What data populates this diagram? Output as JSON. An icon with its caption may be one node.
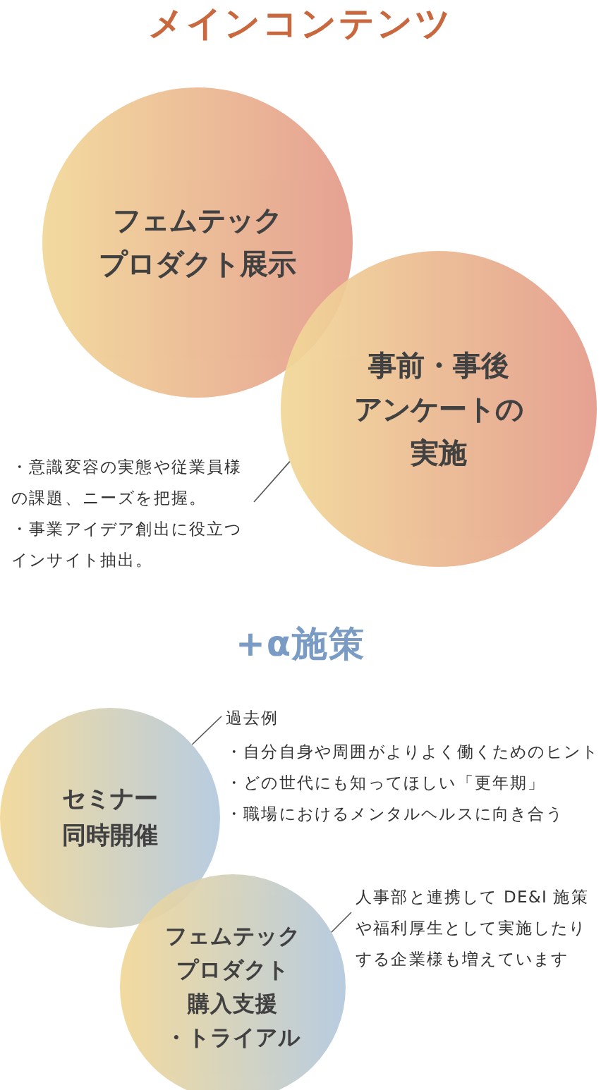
{
  "diagram": {
    "title": "メインコンテンツ",
    "nodes": [
      {
        "text": [
          "フェムテックプロダクト展示"
        ]
      },
      {
        "text": [
          "事前・事後アンケートの実施"
        ]
      },
      {
        "text": [
          "セミナー同時開催"
        ]
      },
      {
        "text": [
          "フェムテックプロダクト購入支援・トライアル"
        ]
      },
      {
        "text": [
          "・意識変容の実態や従業員様の課題、ニーズを把握。",
          "・事業アイデア創出に役立つインサイト抽出。"
        ]
      },
      {
        "text": [
          "過去例",
          "・自分自身や周囲がよりよく働くためのヒント",
          "・どの世代にも知ってほしい「更年期」",
          "・職場におけるメンタルヘルスに向き合う"
        ]
      },
      {
        "text": [
          "人事部と連携して DE&I 施策や福利厚生として実施したりする企業様も増えています"
        ]
      }
    ],
    "edges": [
      {
        "from": 4,
        "to": 1,
        "arrow": "none"
      },
      {
        "from": 5,
        "to": 2,
        "arrow": "none"
      },
      {
        "from": 6,
        "to": 3,
        "arrow": "none"
      }
    ],
    "labels": [
      "+α施策"
    ]
  }
}
